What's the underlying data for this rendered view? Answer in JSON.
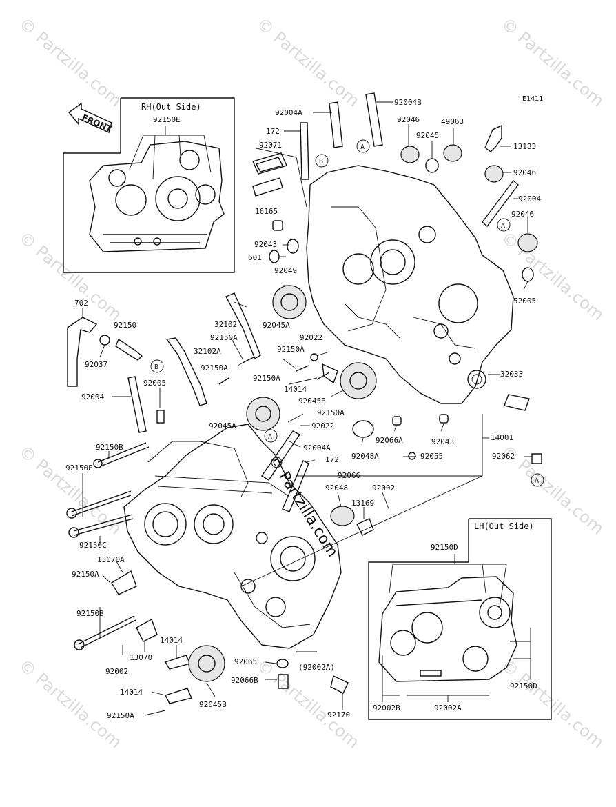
{
  "diagram_code": "E1411",
  "watermark": "© Partzilla.com",
  "watermark_center": "© Partzilla.com",
  "insets": {
    "rh": {
      "title": "RH(Out Side)",
      "front_label": "FRONT",
      "label": "92150E"
    },
    "lh": {
      "title": "LH(Out Side)",
      "labels": [
        "92150D",
        "92150D",
        "92002B",
        "92002A"
      ]
    }
  },
  "callouts": [
    "A",
    "B",
    "A",
    "B",
    "A",
    "A"
  ],
  "parts": [
    "92004B",
    "92004A",
    "172",
    "92046",
    "49063",
    "92045",
    "13183",
    "92071",
    "92046",
    "16165",
    "92004",
    "92046",
    "92043",
    "601",
    "92049",
    "52005",
    "702",
    "92150",
    "92037",
    "32102",
    "92150A",
    "32102A",
    "92150A",
    "92045A",
    "92022",
    "92150A",
    "92150A",
    "14014",
    "92045B",
    "32033",
    "92004",
    "92005",
    "92150A",
    "92045A",
    "92022",
    "92004A",
    "14001",
    "92150B",
    "92066A",
    "92043",
    "92048A",
    "92055",
    "92150E",
    "172",
    "92062",
    "92066",
    "92048",
    "92002",
    "13169",
    "92150C",
    "13070A",
    "92150A",
    "92150B",
    "13070",
    "14014",
    "92002",
    "92065",
    "(92002A)",
    "92066B",
    "14014",
    "92045B",
    "92170",
    "92150A"
  ]
}
